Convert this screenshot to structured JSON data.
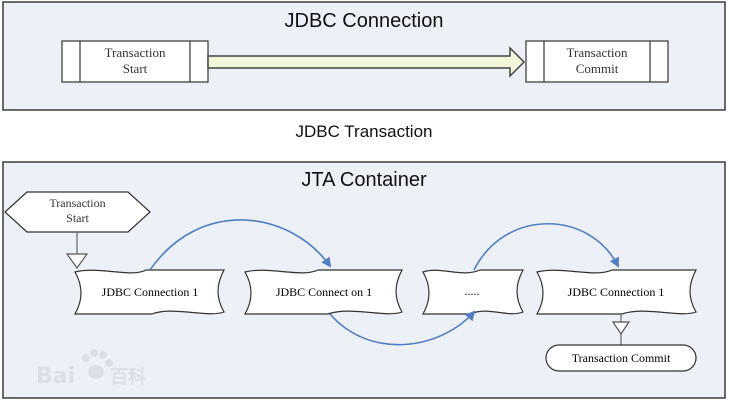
{
  "colors": {
    "panel_fill": "#eef0f8",
    "panel_border": "#3a3a3a",
    "box_fill": "#ffffff",
    "arrow_fill": "#f4f6dc",
    "arc_color": "#4f7fc0",
    "connector_color": "#666666"
  },
  "jdbc_panel": {
    "title": "JDBC Connection",
    "start_box": "Transaction\nStart",
    "commit_box": "Transaction\nCommit",
    "arrow": "horizontal-block-arrow"
  },
  "jdbc_caption": "JDBC Transaction",
  "jta_panel": {
    "title": "JTA Container",
    "start_node": "Transaction\nStart",
    "nodes": [
      "JDBC Connection 1",
      "JDBC Connect on 1",
      ".....",
      "JDBC Connection 1"
    ],
    "commit_node": "Transaction Commit",
    "arcs": "curved-arrows"
  },
  "watermark": {
    "text": "Bai",
    "icon": "paw-icon",
    "text2": "百科"
  }
}
